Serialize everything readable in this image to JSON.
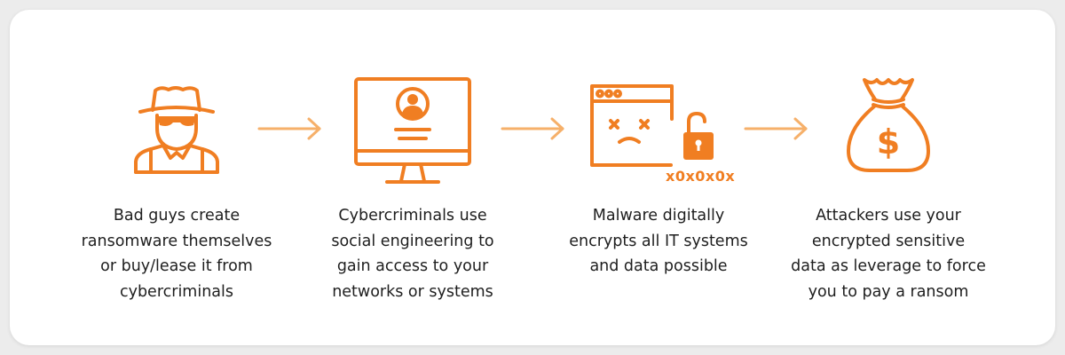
{
  "colors": {
    "accent": "#f07e22",
    "arrow": "#f6b06a",
    "text": "#1e1e1e",
    "card": "#ffffff",
    "background": "#ececec"
  },
  "steps": [
    {
      "icon": "hacker-icon",
      "text": "Bad guys create\nransomware themselves\nor buy/lease it from\ncybercriminals"
    },
    {
      "icon": "computer-monitor-user-icon",
      "text": "Cybercriminals use\nsocial engineering to\ngain access to your\nnetworks or systems"
    },
    {
      "icon": "infected-browser-window-icon",
      "text": "Malware digitally\nencrypts all IT systems\nand data possible"
    },
    {
      "icon": "money-bag-icon",
      "text": "Attackers use your\nencrypted sensitive\ndata as leverage to force\nyou to pay a ransom"
    }
  ],
  "encrypted_label": "x0x0x0x"
}
